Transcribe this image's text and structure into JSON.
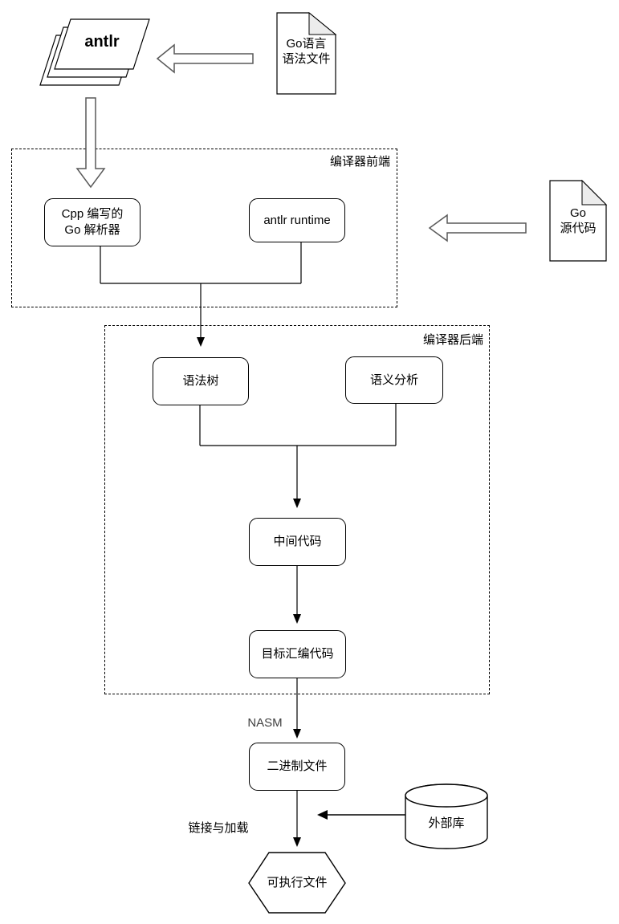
{
  "groups": {
    "frontend": {
      "label": "编译器前端"
    },
    "backend": {
      "label": "编译器后端"
    }
  },
  "nodes": {
    "antlr_stack": {
      "label": "antlr"
    },
    "go_grammar_doc": {
      "line1": "Go语言",
      "line2": "语法文件"
    },
    "cpp_go_parser": {
      "line1": "Cpp 编写的",
      "line2": "Go 解析器"
    },
    "antlr_runtime": {
      "label": "antlr runtime"
    },
    "go_source_doc": {
      "line1": "Go",
      "line2": "源代码"
    },
    "syntax_tree": {
      "label": "语法树"
    },
    "semantic_analysis": {
      "label": "语义分析"
    },
    "intermediate_code": {
      "label": "中间代码"
    },
    "target_assembly_code": {
      "label": "目标汇编代码"
    },
    "binary_file": {
      "label": "二进制文件"
    },
    "external_library": {
      "label": "外部库"
    },
    "executable_file": {
      "label": "可执行文件"
    }
  },
  "edge_labels": {
    "nasm": "NASM",
    "link_and_load": "链接与加载"
  },
  "colors": {
    "stroke_black": "#000000",
    "connector_gray": "#666666",
    "big_arrow_stroke": "#595959",
    "document_fold_fill": "#ececec",
    "background": "#ffffff"
  }
}
